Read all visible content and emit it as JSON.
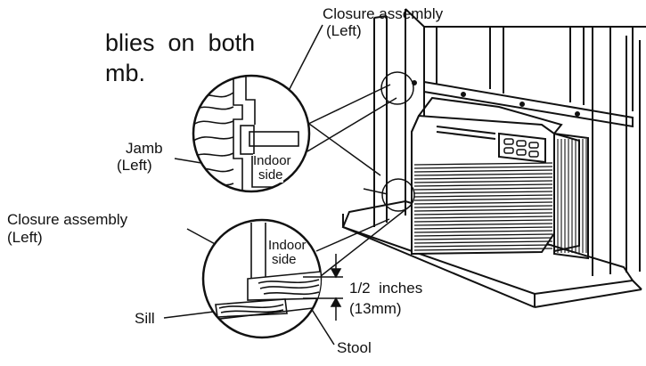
{
  "intro_text": {
    "line1": "blies  on  both",
    "line2": "mb."
  },
  "labels": {
    "closure_top_line1": "Closure assembly",
    "closure_top_line2": "(Left)",
    "jamb_line1": "Jamb",
    "jamb_line2": "(Left)",
    "indoor_top_line1": "Indoor",
    "indoor_top_line2": "side",
    "closure_bottom_line1": "Closure assembly",
    "closure_bottom_line2": "(Left)",
    "indoor_bottom_line1": "Indoor",
    "indoor_bottom_line2": "side",
    "dimension_line1": "1/2  inches",
    "dimension_line2": "(13mm)",
    "sill": "Sill",
    "stool": "Stool"
  },
  "colors": {
    "ink": "#111111",
    "background": "#ffffff"
  }
}
